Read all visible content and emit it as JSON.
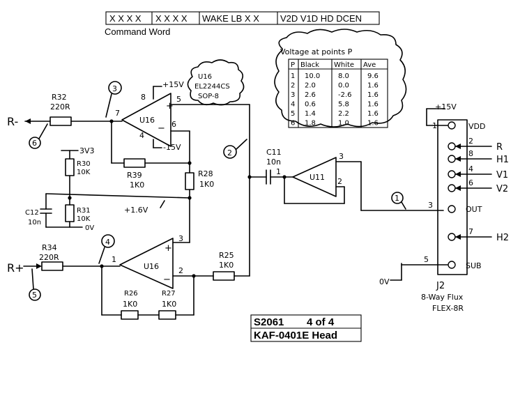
{
  "command_word": {
    "cells": [
      "X X X X",
      "X X X X",
      "WAKE LB X  X",
      "V2D V1D HD DCEN"
    ],
    "caption": "Command Word"
  },
  "voltage_table": {
    "title": "Voltage at points P",
    "headers": [
      "P",
      "Black",
      "White",
      "Ave"
    ],
    "rows": [
      [
        "1",
        "10.0",
        "8.0",
        "9.6"
      ],
      [
        "2",
        "2.0",
        "0.0",
        "1.6"
      ],
      [
        "3",
        "2.6",
        "-2.6",
        "1.6"
      ],
      [
        "4",
        "0.6",
        "5.8",
        "1.6"
      ],
      [
        "5",
        "1.4",
        "2.2",
        "1.6"
      ],
      [
        "6",
        "1.8",
        "1.0",
        "1.6"
      ]
    ]
  },
  "u16_note": [
    "U16",
    "EL2244CS",
    "SOP-8"
  ],
  "labels": {
    "r32": "R32",
    "r32v": "220R",
    "r30": "R30",
    "r30v": "10K",
    "r31": "R31",
    "r31v": "10K",
    "r39": "R39",
    "r39v": "1K0",
    "r28": "R28",
    "r28v": "1K0",
    "r34": "R34",
    "r34v": "220R",
    "r25": "R25",
    "r25v": "1K0",
    "r26": "R26",
    "r26v": "1K0",
    "r27": "R27",
    "r27v": "1K0",
    "c11": "C11",
    "c11v": "10n",
    "c12": "C12",
    "c12v": "10n",
    "u16": "U16",
    "u11": "U11",
    "v3v3": "3V3",
    "vp15": "+15V",
    "vn15": "-15V",
    "ov": "0V",
    "v16": "+1.6V",
    "r_minus": "R-",
    "r_plus": "R+",
    "vp15_j2": "+15V",
    "ov_j2": "0V"
  },
  "points": [
    "1",
    "2",
    "3",
    "4",
    "5",
    "6"
  ],
  "pin_numbers": {
    "u16a_pin8": "8",
    "u16a_pin5": "5",
    "u16a_pin7": "7",
    "u16a_pin6": "6",
    "u16a_pin4": "4",
    "u16b_pin1": "1",
    "u16b_pin3": "3",
    "u16b_pin2": "2",
    "u11_pin1": "1",
    "u11_pin3": "3",
    "u11_pin2": "2",
    "out_pin": "3"
  },
  "connector": {
    "pins": [
      {
        "num": "1",
        "label": "VDD"
      },
      {
        "num": "2",
        "label": "R"
      },
      {
        "num": "8",
        "label": "H1"
      },
      {
        "num": "4",
        "label": "V1"
      },
      {
        "num": "6",
        "label": "V2"
      },
      {
        "num": "3",
        "label": "OUT"
      },
      {
        "num": "7",
        "label": "H2"
      },
      {
        "num": "5",
        "label": "SUB"
      }
    ],
    "name": "J2",
    "desc1": "8-Way Flux",
    "desc2": "FLEX-8R"
  },
  "title_block": {
    "line1_left": "S2061",
    "line1_right": "4 of 4",
    "line2": "KAF-0401E Head"
  }
}
